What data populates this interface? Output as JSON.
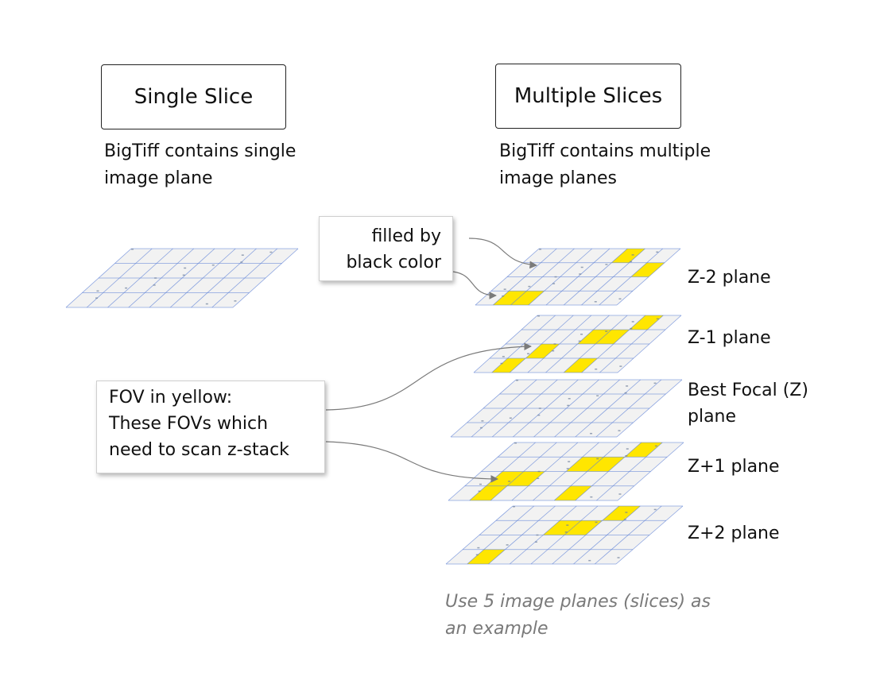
{
  "single": {
    "title": "Single Slice",
    "description_lines": [
      "BigTiff contains single",
      "image plane"
    ]
  },
  "multiple": {
    "title": "Multiple Slices",
    "description_lines": [
      "BigTiff contains multiple",
      "image planes"
    ]
  },
  "callouts": {
    "black_fill": {
      "lines": [
        "filled by",
        "black color"
      ]
    },
    "fov_yellow": {
      "lines": [
        "FOV in yellow:",
        "These FOVs which",
        "need to scan z-stack"
      ]
    }
  },
  "planes": [
    {
      "label_lines": [
        "Z-2 plane"
      ],
      "highlighted_cells": [
        [
          5,
          0
        ],
        [
          7,
          1
        ],
        [
          1,
          3
        ],
        [
          2,
          3
        ]
      ]
    },
    {
      "label_lines": [
        "Z-1 plane"
      ],
      "highlighted_cells": [
        [
          6,
          0
        ],
        [
          4,
          1
        ],
        [
          5,
          1
        ],
        [
          2,
          2
        ],
        [
          1,
          3
        ],
        [
          5,
          3
        ]
      ]
    },
    {
      "label_lines": [
        "Best Focal (Z)",
        "plane"
      ],
      "highlighted_cells": []
    },
    {
      "label_lines": [
        "Z+1 plane"
      ],
      "highlighted_cells": [
        [
          6,
          0
        ],
        [
          4,
          1
        ],
        [
          5,
          1
        ],
        [
          1,
          2
        ],
        [
          2,
          2
        ],
        [
          5,
          3
        ],
        [
          1,
          3
        ]
      ]
    },
    {
      "label_lines": [
        "Z+2 plane"
      ],
      "highlighted_cells": [
        [
          5,
          0
        ],
        [
          3,
          1
        ],
        [
          4,
          1
        ],
        [
          1,
          3
        ]
      ]
    }
  ],
  "footnote_lines": [
    "Use 5 image planes (slices) as",
    "an example"
  ],
  "colors": {
    "highlight": "#ffe600",
    "grid_line": "#5b7fd6",
    "plane_fill": "#f2f2f2",
    "arrow": "#7a7a7a"
  }
}
